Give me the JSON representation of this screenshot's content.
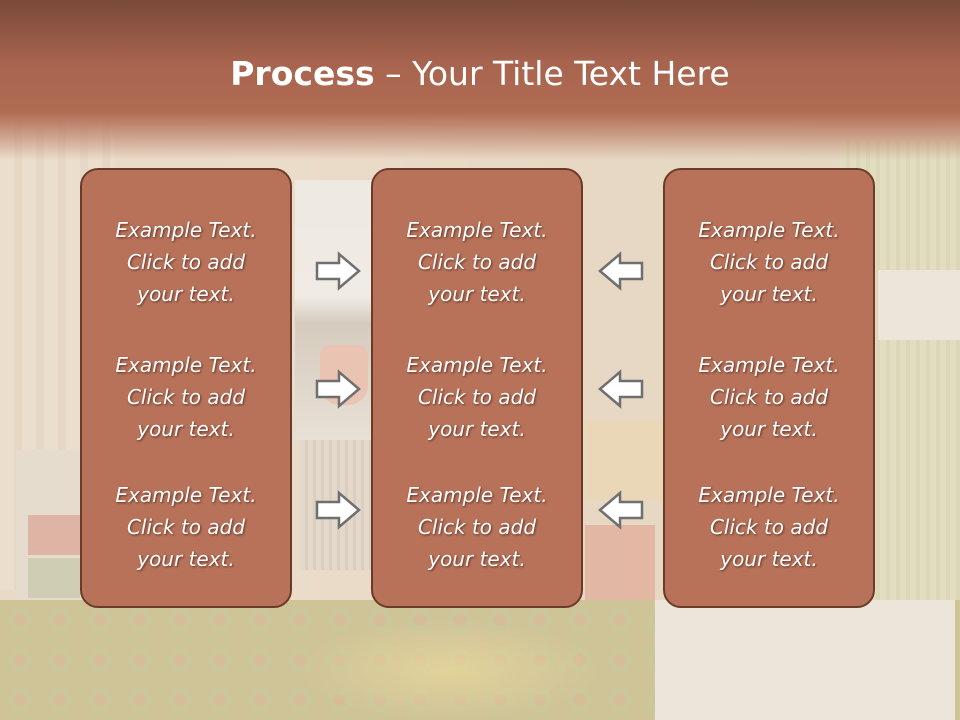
{
  "title": {
    "bold": "Process",
    "rest": " – Your Title Text Here"
  },
  "columns": [
    {
      "items": [
        {
          "line1": "Example Text.",
          "line2": "Click  to add",
          "line3": "your text."
        },
        {
          "line1": "Example Text.",
          "line2": "Click  to add",
          "line3": "your text."
        },
        {
          "line1": "Example Text.",
          "line2": "Click  to add",
          "line3": "your text."
        }
      ]
    },
    {
      "items": [
        {
          "line1": "Example Text.",
          "line2": "Click  to add",
          "line3": "your text."
        },
        {
          "line1": "Example Text.",
          "line2": "Click  to add",
          "line3": "your text."
        },
        {
          "line1": "Example Text.",
          "line2": "Click  to add",
          "line3": "your text."
        }
      ]
    },
    {
      "items": [
        {
          "line1": "Example Text.",
          "line2": "Click  to add",
          "line3": "your text."
        },
        {
          "line1": "Example Text.",
          "line2": "Click  to add",
          "line3": "your text."
        },
        {
          "line1": "Example Text.",
          "line2": "Click  to add",
          "line3": "your text."
        }
      ]
    }
  ],
  "arrows": {
    "left_group": "arrow-right-icon",
    "right_group": "arrow-left-icon"
  },
  "colors": {
    "title_bar": "#a8644e",
    "box_fill": "#b87259",
    "box_border": "#6b3b2a",
    "arrow_stroke": "#6f6f6f",
    "arrow_fill": "#ffffff"
  }
}
